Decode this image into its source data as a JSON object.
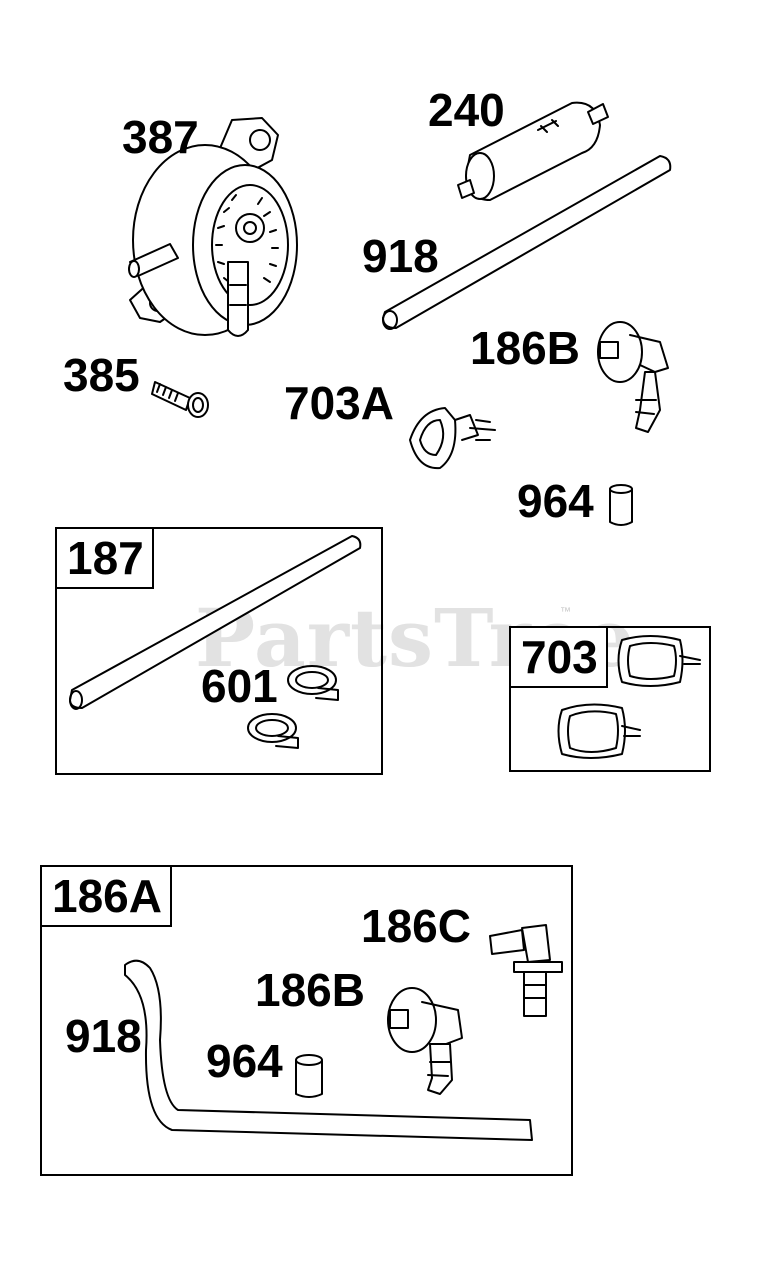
{
  "watermark": {
    "text": "PartsTree",
    "trademark": "™"
  },
  "labels": {
    "p387": "387",
    "p240": "240",
    "p918_top": "918",
    "p186b_top": "186B",
    "p385": "385",
    "p703a": "703A",
    "p964_top": "964",
    "p601": "601",
    "p918_kit": "918",
    "p186c": "186C",
    "p186b_kit": "186B",
    "p964_kit": "964"
  },
  "kits": {
    "k187": {
      "tag": "187"
    },
    "k703": {
      "tag": "703"
    },
    "k186a": {
      "tag": "186A"
    }
  }
}
